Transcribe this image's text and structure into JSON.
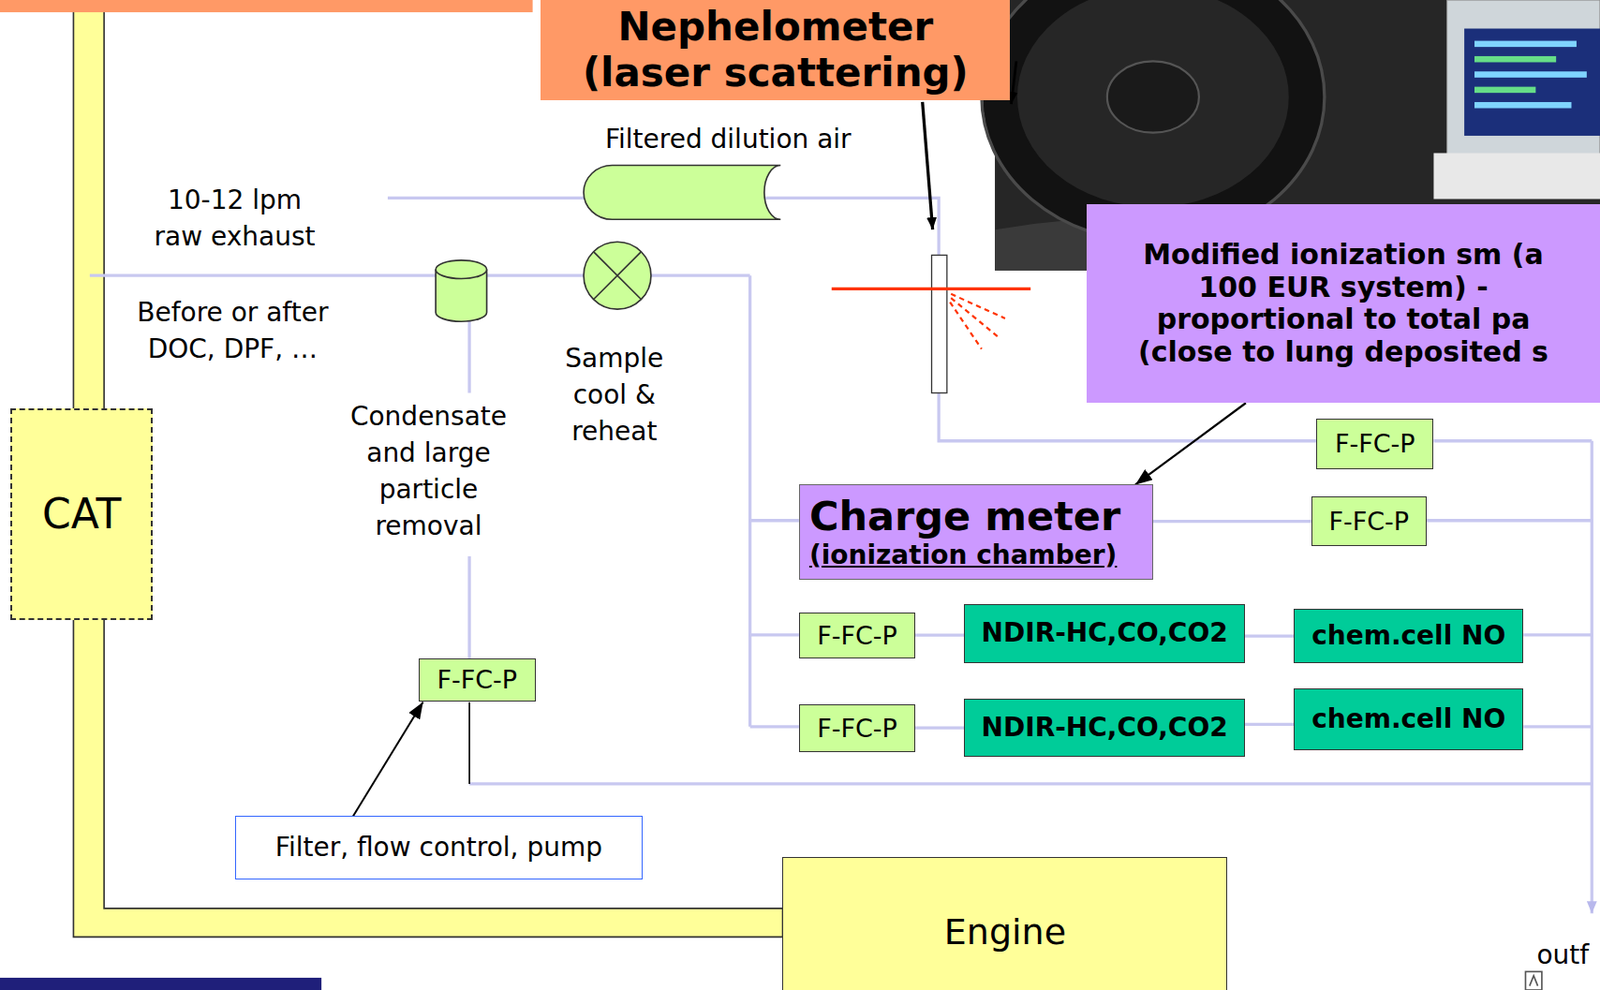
{
  "diagram": {
    "nodes": [
      {
        "text": [
          "Nephelometer (laser scattering)"
        ]
      },
      {
        "text": [
          "Modified ionization sm (a 100 EUR system) - proportional to total pa (close to lung deposited s"
        ]
      },
      {
        "text": [
          "CAT"
        ]
      },
      {
        "text": [
          "Charge meter",
          "(ionization chamber)"
        ]
      },
      {
        "text": [
          "F-FC-P"
        ]
      },
      {
        "text": [
          "F-FC-P"
        ]
      },
      {
        "text": [
          "F-FC-P"
        ]
      },
      {
        "text": [
          "NDIR-HC,CO,CO2"
        ]
      },
      {
        "text": [
          "chem.cell NO"
        ]
      },
      {
        "text": [
          "F-FC-P"
        ]
      },
      {
        "text": [
          "F-FC-P"
        ]
      },
      {
        "text": [
          "NDIR-HC,CO,CO2"
        ]
      },
      {
        "text": [
          "chem.cell NO"
        ]
      },
      {
        "text": [
          "Filter, flow control, pump"
        ]
      },
      {
        "text": [
          "Engine"
        ]
      }
    ],
    "edges": [
      {
        "from": 1,
        "to": 3,
        "arrow": "to"
      },
      {
        "from": 13,
        "to": 9,
        "arrow": "to"
      },
      {
        "from": 3,
        "to": 5,
        "arrow": "none"
      },
      {
        "from": 6,
        "to": 7,
        "arrow": "none"
      },
      {
        "from": 7,
        "to": 8,
        "arrow": "none"
      },
      {
        "from": 10,
        "to": 11,
        "arrow": "none"
      },
      {
        "from": 11,
        "to": 12,
        "arrow": "none"
      }
    ],
    "labels": [
      "Filtered dilution air",
      "10-12 lpm raw exhaust",
      "Before or after DOC, DPF, …",
      "Sample cool & reheat",
      "Condensate and large particle removal",
      "outf"
    ]
  }
}
